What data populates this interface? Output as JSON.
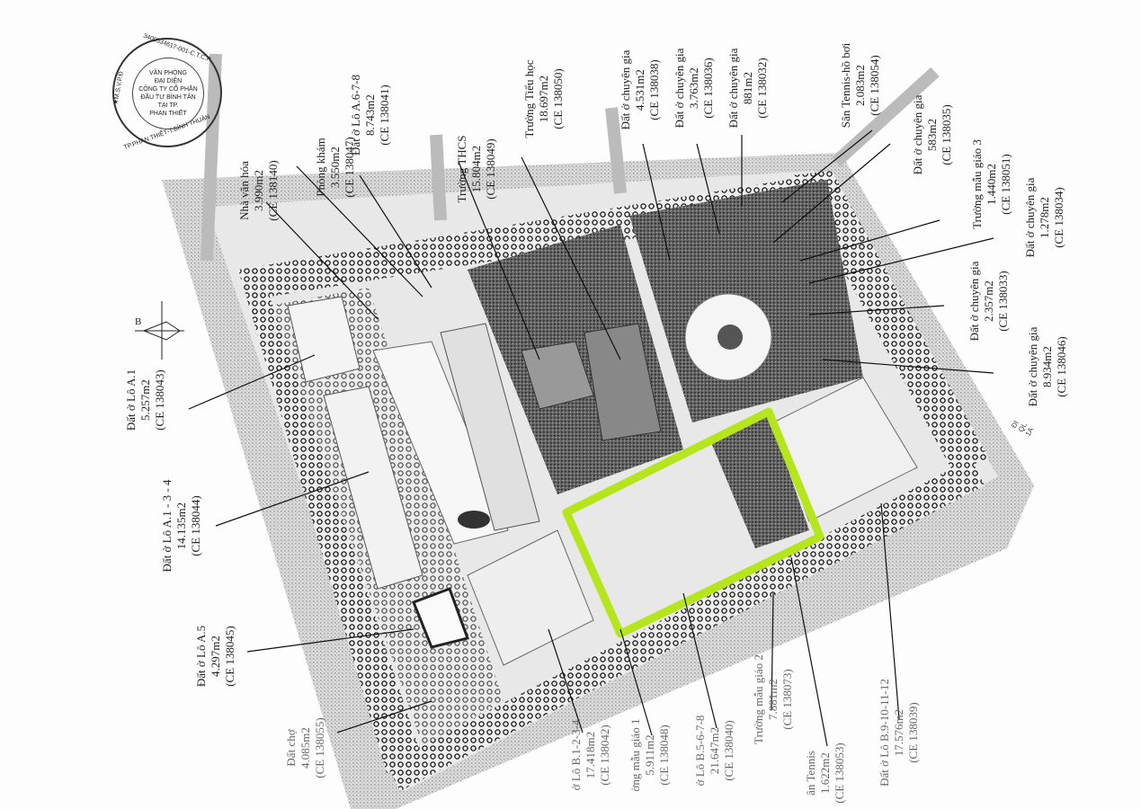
{
  "stamp": {
    "ring_top": "3400534617-001-C.T.C.P",
    "ring_left": "★M.S.V.P.Đ",
    "ring_bottom": "TP.PHAN THIẾT-T.BÌNH THUẬN",
    "lines": [
      "VĂN PHÒNG",
      "ĐẠI DIỆN",
      "CÔNG TY CỔ PHẦN",
      "ĐẦU TƯ BÌNH TÂN",
      "TẠI TP.",
      "PHAN THIẾT"
    ]
  },
  "compass": {
    "label": "B"
  },
  "road_note": {
    "lines": [
      "ĐI",
      "QL",
      "1A"
    ]
  },
  "highlight_color": "#b5e61d",
  "labels": {
    "nha_van_hoa": [
      "Nhà văn hóa",
      "3.990m2",
      "(CE 138140)"
    ],
    "phong_kham": [
      "Phòng khám",
      "3.550m2",
      "(CE 138047)"
    ],
    "lo_a678": [
      "Đất ở Lô A.6-7-8",
      "8.743m2",
      "(CE 138041)"
    ],
    "truong_thcs": [
      "Trường THCS",
      "15.804m2",
      "(CE 138049)"
    ],
    "truong_tieu_hoc": [
      "Trường Tiểu học",
      "18.697m2",
      "(CE 138050)"
    ],
    "cg_138038": [
      "Đất ở chuyên gia",
      "4.531m2",
      "(CE 138038)"
    ],
    "cg_138036": [
      "Đất ở chuyên gia",
      "3.763m2",
      "(CE 138036)"
    ],
    "cg_138032": [
      "Đất ở chuyên gia",
      "881m2",
      "(CE 138032)"
    ],
    "tennis_ho_boi": [
      "Sân Tennis-hồ bơi",
      "2.083m2",
      "(CE 138054)"
    ],
    "cg_138035": [
      "Đất ở chuyên gia",
      "583m2",
      "(CE 138035)"
    ],
    "mau_giao_3": [
      "Trường mẫu giáo 3",
      "1.440m2",
      "(CE 138051)"
    ],
    "cg_138034": [
      "Đất ở chuyên gia",
      "1.278m2",
      "(CE 138034)"
    ],
    "cg_138033": [
      "Đất ở chuyên gia",
      "2.357m2",
      "(CE 138033)"
    ],
    "cg_138046": [
      "Đất ở chuyên gia",
      "8.934m2",
      "(CE 138046)"
    ],
    "lo_a1": [
      "Đất ở Lô A.1",
      "5.257m2",
      "(CE 138043)"
    ],
    "lo_a134": [
      "Đất ở Lô A.1 - 3 - 4",
      "14.135m2",
      "(CE 138044)"
    ],
    "lo_a5": [
      "Đất ở Lô A.5",
      "4.297m2",
      "(CE 138045)"
    ],
    "dat_cho": [
      "Đất chợ",
      "4.085m2",
      "(CE 138055)"
    ],
    "lo_b1234": [
      "ở Lô B.1-2-3-4",
      "17.418m2",
      "(CE 138042)"
    ],
    "mau_giao_1": [
      "ờng mẫu giáo 1",
      "5.911m2",
      "(CE 138048)"
    ],
    "lo_b5678": [
      "ở Lô B.5-6-7-8",
      "21.647m2",
      "(CE 138040)"
    ],
    "mau_giao_2": [
      "Trường mẫu giáo 2",
      "7.881m2",
      "(CE 138073)"
    ],
    "tennis_2": [
      "ân Tennis",
      "1.622m2",
      "(CE 138053)"
    ],
    "lo_b9_12": [
      "Đất ở Lô B.9-10-11-12",
      "17.576m2",
      "(CE 138039)"
    ]
  }
}
